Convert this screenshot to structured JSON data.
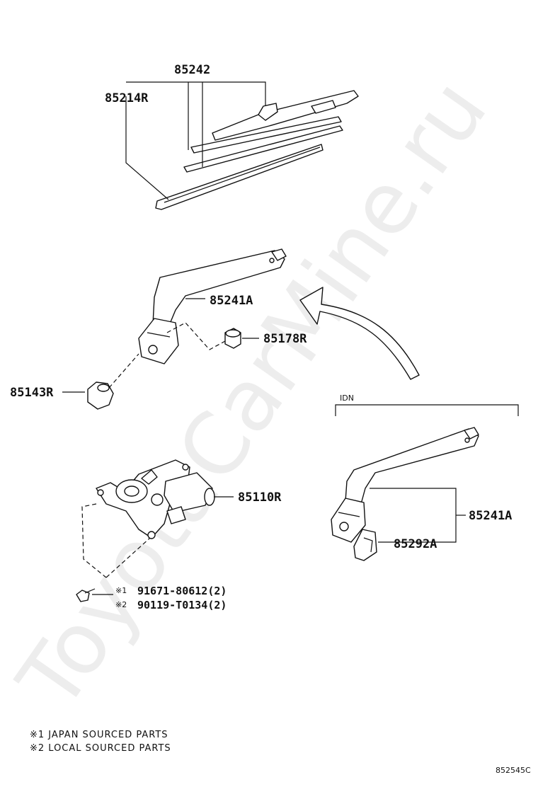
{
  "labels": {
    "p85242": "85242",
    "p85214R": "85214R",
    "p85241A_top": "85241A",
    "p85178R": "85178R",
    "p85143R": "85143R",
    "p85110R": "85110R",
    "p85241A_idn": "85241A",
    "p85292A": "85292A",
    "bolt1_mark": "※1",
    "bolt1": "91671-80612(2)",
    "bolt2_mark": "※2",
    "bolt2": "90119-T0134(2)"
  },
  "idn_group": "IDN",
  "notes": {
    "note1": "※1 JAPAN SOURCED PARTS",
    "note2": "※2 LOCAL SOURCED PARTS"
  },
  "figure_code": "852545C",
  "watermark": "ToyotaCarMine.ru"
}
